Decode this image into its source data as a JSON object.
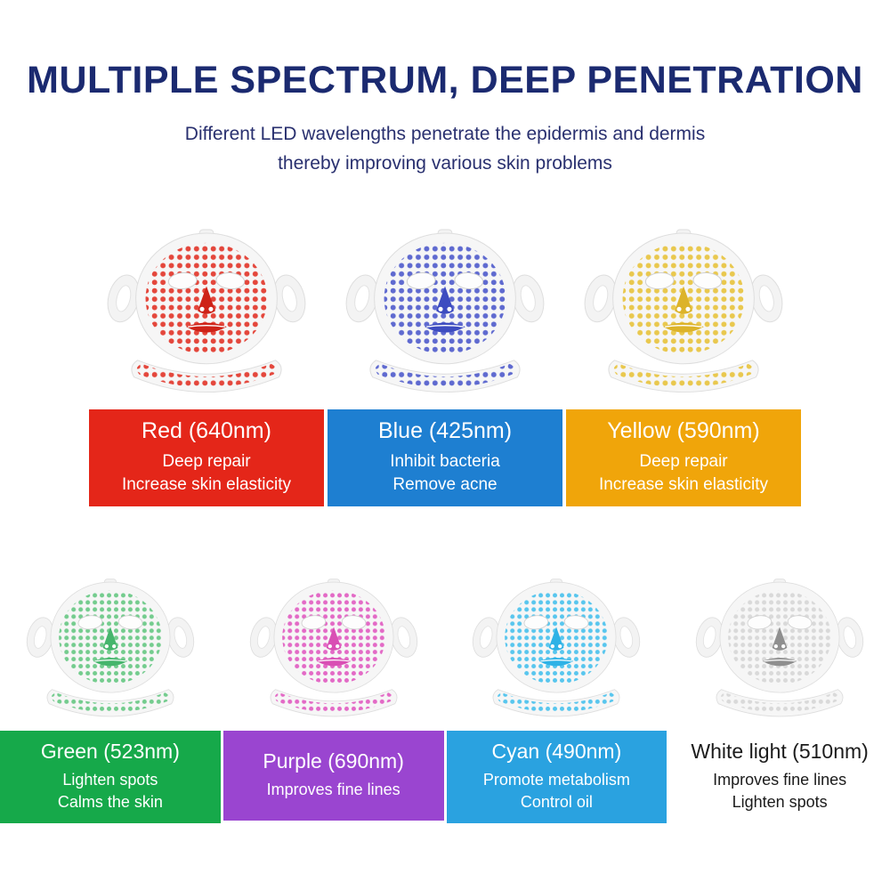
{
  "header": {
    "title": "MULTIPLE SPECTRUM, DEEP PENETRATION",
    "subtitle_line1": "Different LED wavelengths penetrate the epidermis and dermis",
    "subtitle_line2": "thereby improving various skin problems",
    "title_color": "#1b2a70",
    "subtitle_color": "#29306f"
  },
  "masks": [
    {
      "name": "red",
      "label": "Red (640nm)",
      "lines": [
        "Deep repair",
        "Increase skin elasticity"
      ],
      "box_color": "#e42619",
      "label_text_color": "#ffffff",
      "dot_color": "#e4473c",
      "feature_color": "#ce2318"
    },
    {
      "name": "blue",
      "label": "Blue (425nm)",
      "lines": [
        "Inhibit bacteria",
        "Remove acne"
      ],
      "box_color": "#1e7fd1",
      "label_text_color": "#ffffff",
      "dot_color": "#5f6ad0",
      "feature_color": "#3d4cc0"
    },
    {
      "name": "yellow",
      "label": "Yellow (590nm)",
      "lines": [
        "Deep repair",
        "Increase skin elasticity"
      ],
      "box_color": "#f0a50a",
      "label_text_color": "#ffffff",
      "dot_color": "#e9c84e",
      "feature_color": "#dcb32a"
    },
    {
      "name": "green",
      "label": "Green (523nm)",
      "lines": [
        "Lighten spots",
        "Calms the skin"
      ],
      "box_color": "#16a94a",
      "label_text_color": "#ffffff",
      "dot_color": "#74cc8e",
      "feature_color": "#46b56c"
    },
    {
      "name": "purple",
      "label": "Purple (690nm)",
      "lines": [
        "Improves fine lines"
      ],
      "box_color": "#9a45d0",
      "label_text_color": "#ffffff",
      "dot_color": "#e36ac6",
      "feature_color": "#d94fb4"
    },
    {
      "name": "cyan",
      "label": "Cyan (490nm)",
      "lines": [
        "Promote metabolism",
        "Control oil"
      ],
      "box_color": "#2aa2e0",
      "label_text_color": "#ffffff",
      "dot_color": "#58c6ee",
      "feature_color": "#2eb2e6"
    },
    {
      "name": "white",
      "label": "White light (510nm)",
      "lines": [
        "Improves fine lines",
        "Lighten spots"
      ],
      "box_color": "#ffffff",
      "label_text_color": "#1b1b1b",
      "dot_color": "#d9d9d9",
      "feature_color": "#8f8f8f"
    }
  ]
}
